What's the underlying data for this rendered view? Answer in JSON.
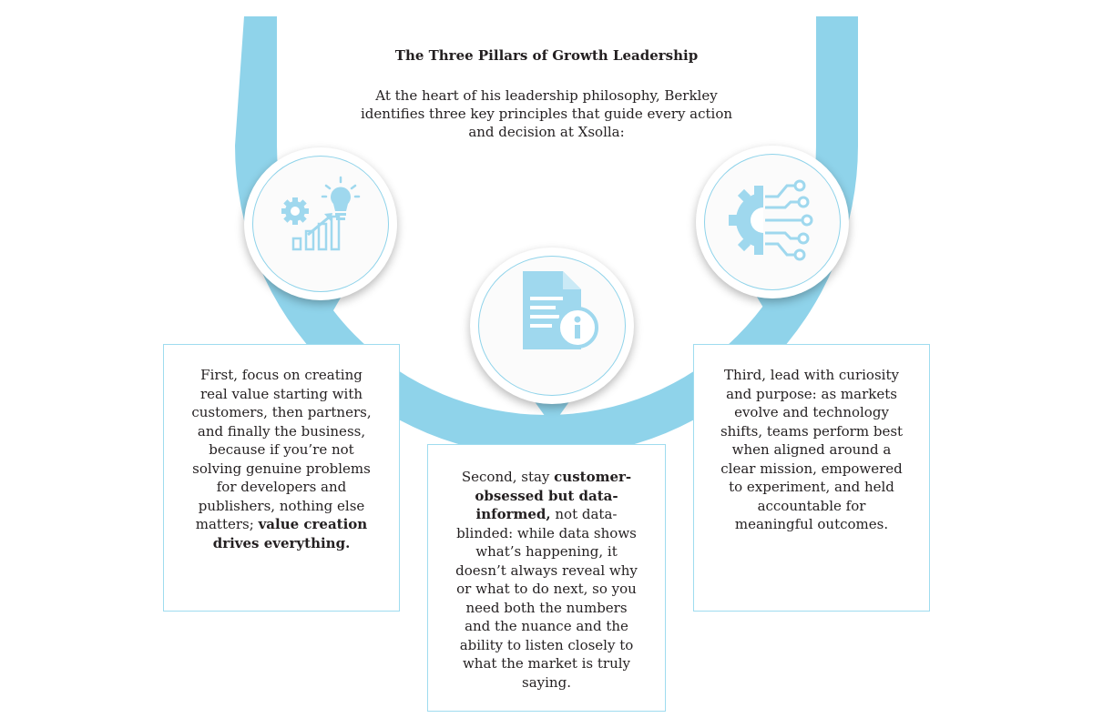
{
  "title": "The Three Pillars of Growth Leadership",
  "intro": "At the heart of his leadership philosophy, Berkley identifies three key principles that guide every action and decision at Xsolla:",
  "colors": {
    "accent": "#8fd3ea",
    "icon": "#9fd8ee",
    "box_border": "#9fdcef",
    "text": "#231f20"
  },
  "pillars": [
    {
      "icon": "growth-chart-gear-lightbulb-icon",
      "pre": "First, focus on creating real value starting with customers, then partners, and finally the business, because if you’re not solving genuine problems for developers and publishers, nothing else matters; ",
      "bold": "value creation drives everything.",
      "post": ""
    },
    {
      "icon": "document-info-icon",
      "pre": "Second, stay ",
      "bold": "customer-obsessed but data-informed,",
      "post": " not data-blinded: while data shows what’s happening, it doesn’t always reveal why or what to do next, so you need both the numbers and the nuance and the ability to listen closely to what the market is truly saying."
    },
    {
      "icon": "gear-circuit-icon",
      "pre": "Third, lead with curiosity and purpose: as markets evolve and technology shifts, teams perform best when aligned around a clear mission, empowered to experiment, and held accountable for meaningful outcomes.",
      "bold": "",
      "post": ""
    }
  ]
}
